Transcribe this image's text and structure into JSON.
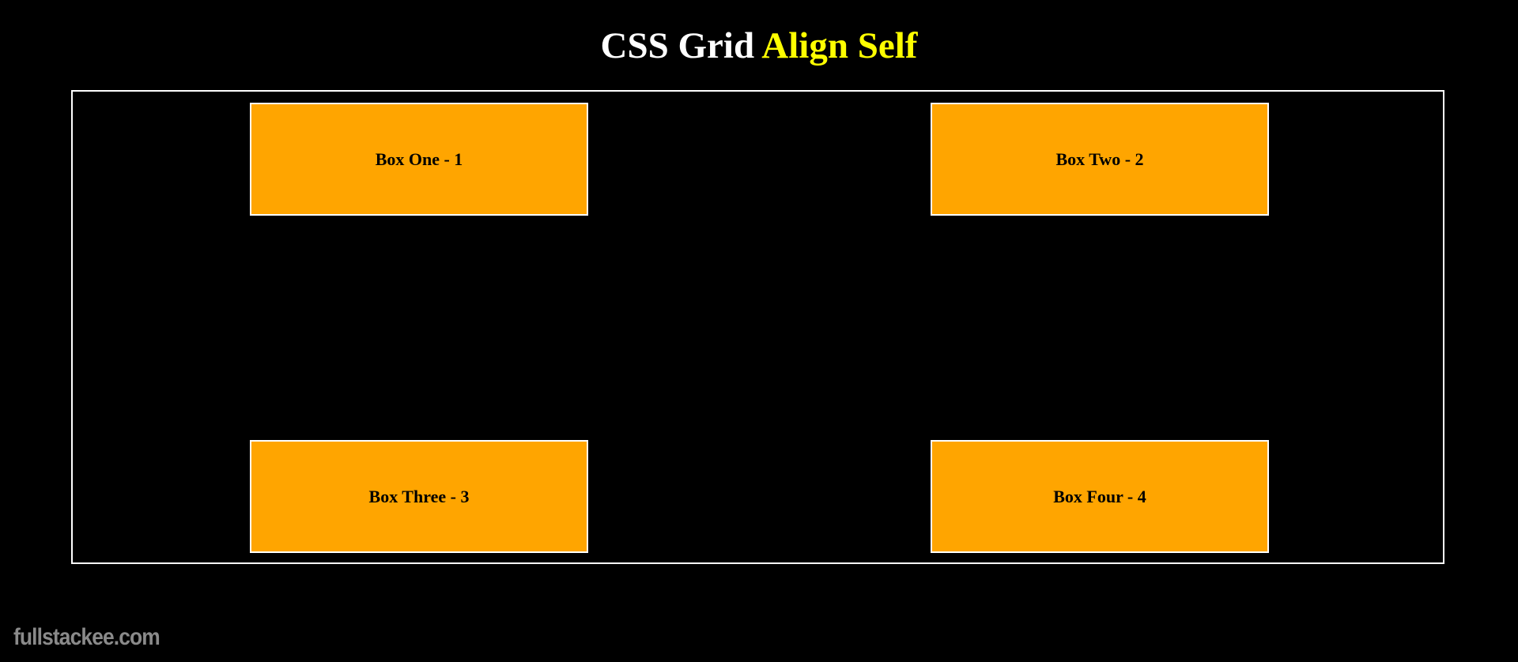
{
  "title": {
    "main": "CSS Grid",
    "accent": "Align Self"
  },
  "boxes": [
    {
      "label": "Box One - 1"
    },
    {
      "label": "Box Two - 2"
    },
    {
      "label": "Box Three - 3"
    },
    {
      "label": "Box Four - 4"
    }
  ],
  "watermark": "fullstackee.com",
  "colors": {
    "background": "#000000",
    "title": "#ffffff",
    "accent": "#ffff00",
    "box": "#ffa500",
    "border": "#ffffff",
    "watermark": "#8a8a8a"
  }
}
